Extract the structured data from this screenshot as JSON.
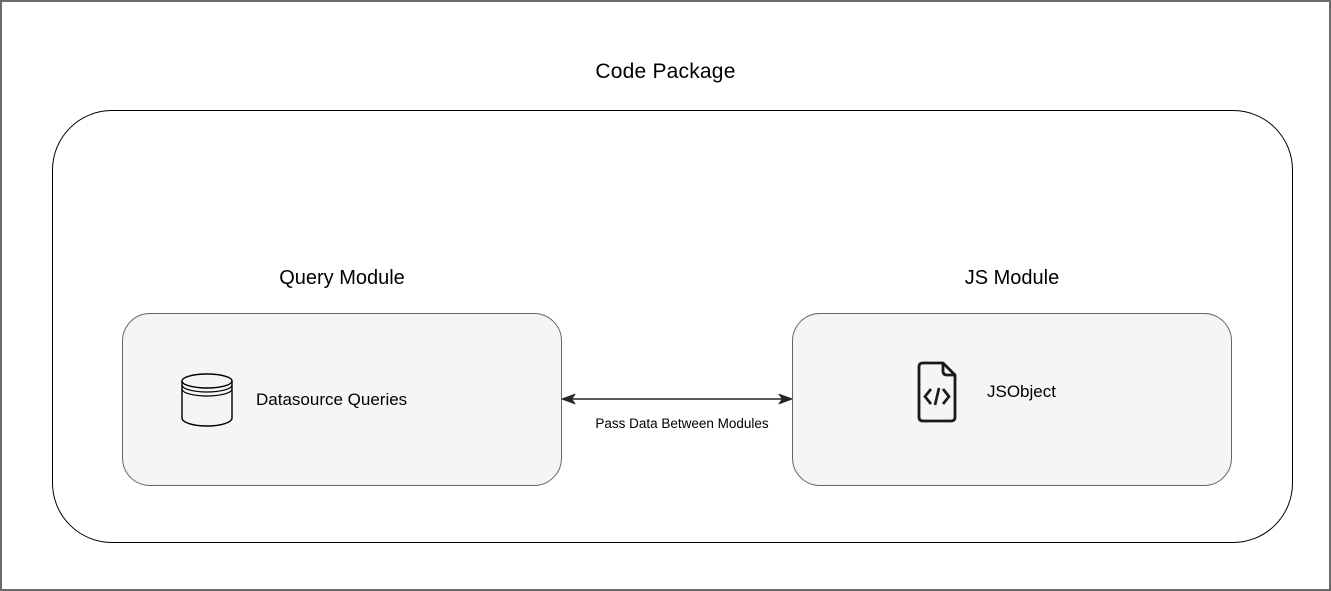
{
  "diagram": {
    "title": "Code Package",
    "modules": [
      {
        "title": "Query Module",
        "node_label": "Datasource Queries",
        "icon": "database-icon"
      },
      {
        "title": "JS Module",
        "node_label": "JSObject",
        "icon": "code-file-icon"
      }
    ],
    "connection": {
      "label": "Pass Data Between Modules",
      "type": "bidirectional-arrow"
    },
    "colors": {
      "node_fill": "#f5f5f5",
      "node_border": "#666666",
      "container_border": "#000000",
      "frame_border": "#6b6b6b",
      "arrow": "#262626",
      "text": "#000000"
    }
  }
}
